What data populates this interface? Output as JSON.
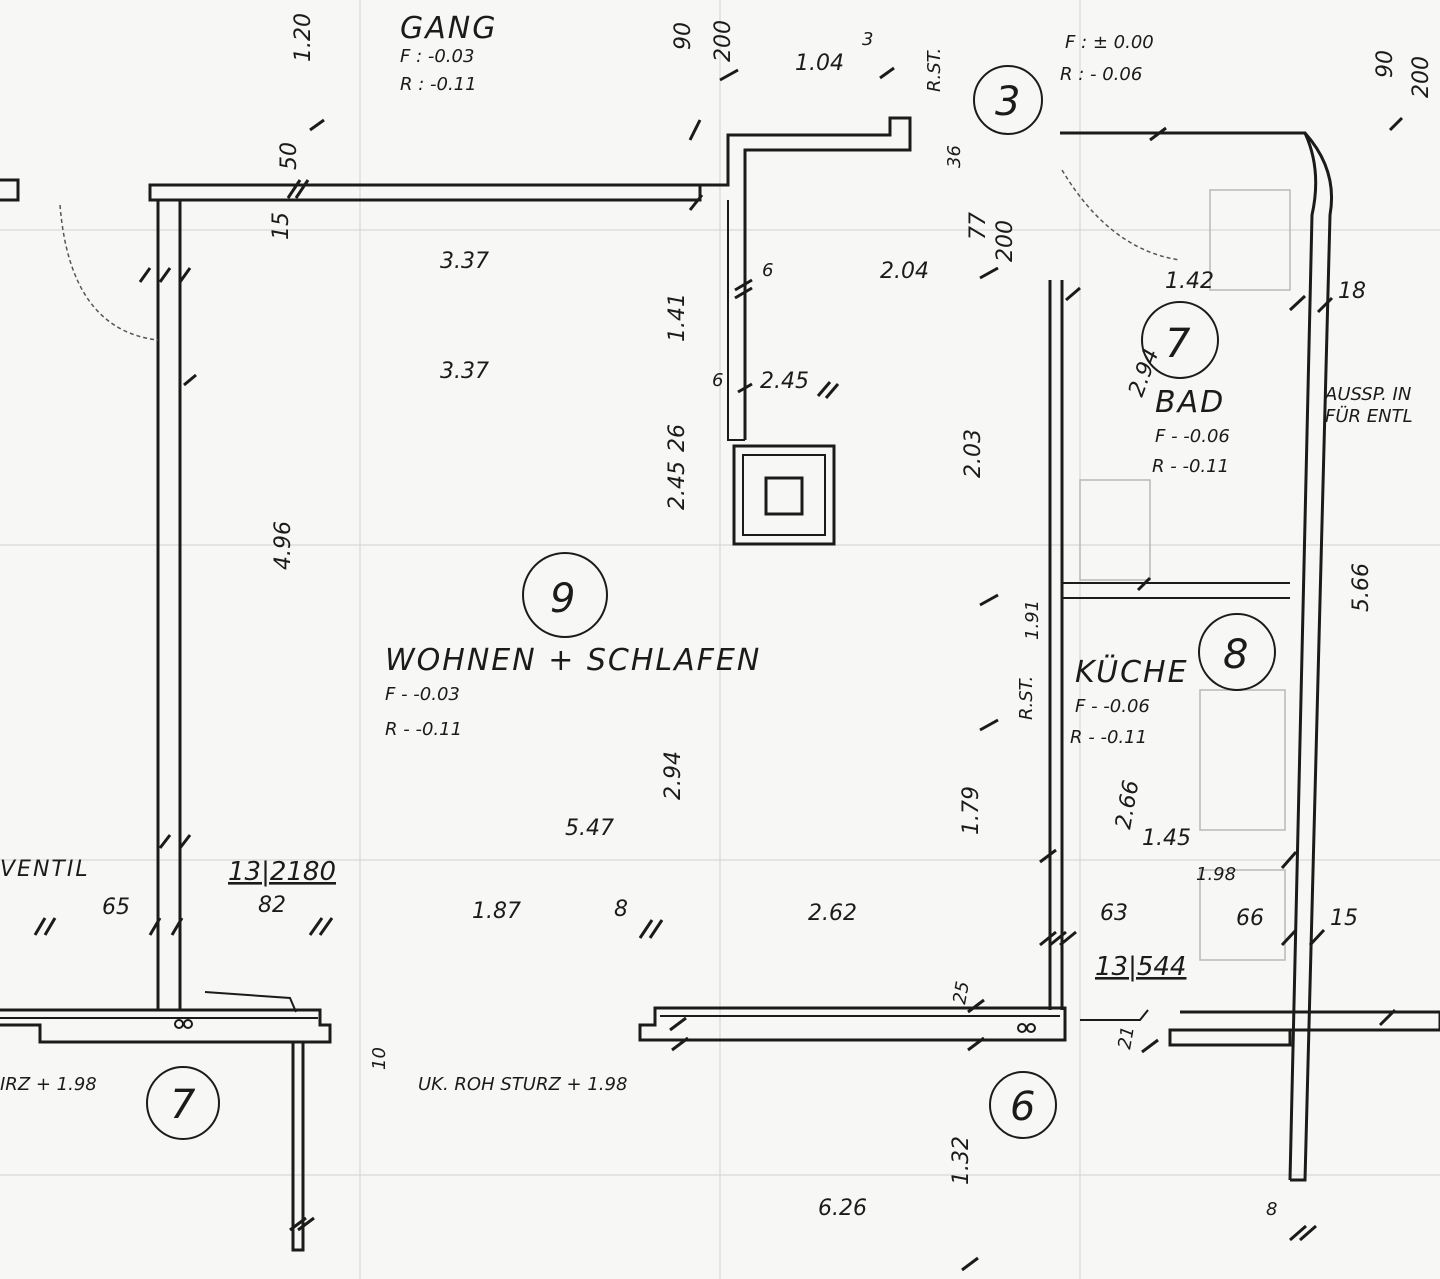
{
  "rooms": {
    "gang": {
      "name": "GANG",
      "f": "F : -0.03",
      "r": "R : -0.11"
    },
    "corridor_right": {
      "f": "F : ± 0.00",
      "r": "R : - 0.06"
    },
    "bad": {
      "name": "BAD",
      "f": "F - -0.06",
      "r": "R - -0.11",
      "number": "7"
    },
    "wohnen": {
      "name": "WOHNEN + SCHLAFEN",
      "f": "F - -0.03",
      "r": "R - -0.11",
      "number": "9"
    },
    "kueche": {
      "name": "KÜCHE",
      "f": "F - -0.06",
      "r": "R - -0.11",
      "number": "8"
    }
  },
  "circle_numbers": [
    "3",
    "7",
    "6"
  ],
  "labels": {
    "section_left": "13|2180",
    "section_right": "13|544",
    "ventil": "VENTIL",
    "sturz_left": "IRZ + 1.98",
    "sturz_mid": "UK. ROH STURZ + 1.98",
    "ausspar_1": "AUSSP. IN",
    "ausspar_2": "FÜR ENTL",
    "rst_1": "R.ST.",
    "rst_2": "R.ST."
  },
  "dimensions": [
    "1.20",
    "90",
    "200",
    "1.04",
    "3",
    "50",
    "15",
    "3.37",
    "3.37",
    "2.04",
    "1.41",
    "6",
    "6",
    "2.45",
    "2.45",
    "26",
    "2.03",
    "4.96",
    "5.47",
    "2.94",
    "1.79",
    "2.62",
    "1.87",
    "82",
    "65",
    "8",
    "200",
    "77",
    "1.42",
    "2.94",
    "18",
    "5.66",
    "1.91",
    "2.66",
    "1.45",
    "63",
    "66",
    "15",
    "25",
    "1.32",
    "6.26",
    "21",
    "8",
    "90",
    "200",
    "10",
    "36",
    "1.98"
  ]
}
